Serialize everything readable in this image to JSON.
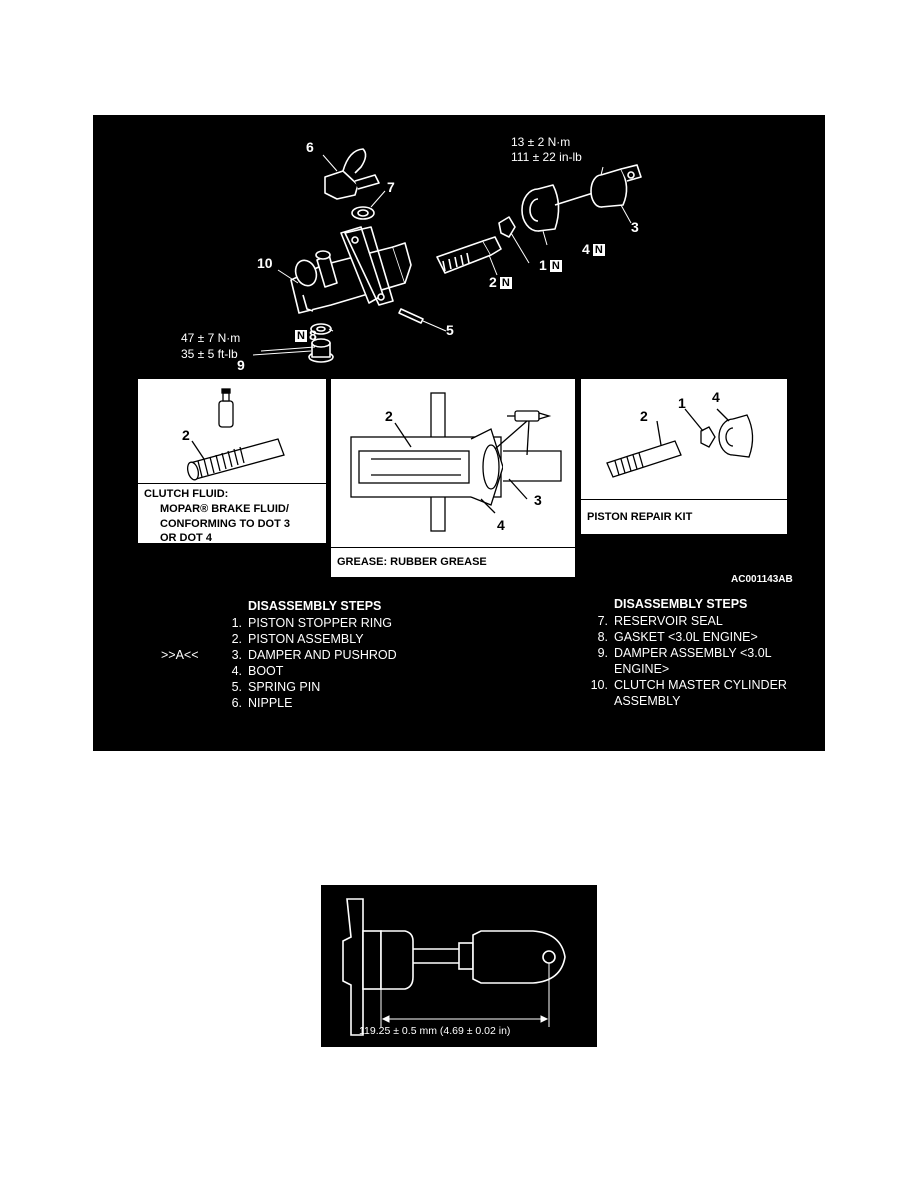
{
  "main_figure": {
    "torque_top_line1": "13 ± 2 N·m",
    "torque_top_line2": "111 ± 22 in-lb",
    "torque_bottom_line1": "47 ± 7 N·m",
    "torque_bottom_line2": "35 ± 5 ft-lb",
    "callouts": {
      "c1": "1",
      "c2": "2",
      "c3": "3",
      "c4": "4",
      "c5": "5",
      "c6": "6",
      "c7": "7",
      "c8": "8",
      "c9": "9",
      "c10": "10"
    },
    "n_mark": "N",
    "figure_code": "AC001143AB"
  },
  "insets": {
    "clutch_fluid": {
      "callout": "2",
      "caption_line1": "CLUTCH FLUID:",
      "caption_line2": "MOPAR® BRAKE FLUID/",
      "caption_line3": "CONFORMING TO DOT 3",
      "caption_line4": "OR DOT 4"
    },
    "grease": {
      "callout_2": "2",
      "callout_3": "3",
      "callout_4": "4",
      "caption": "GREASE: RUBBER GREASE"
    },
    "repair_kit": {
      "callout_1": "1",
      "callout_2": "2",
      "callout_4": "4",
      "caption": "PISTON REPAIR KIT"
    }
  },
  "steps_left": {
    "title": "DISASSEMBLY STEPS",
    "marker": ">>A<<",
    "items": [
      {
        "num": "1.",
        "text": "PISTON STOPPER RING"
      },
      {
        "num": "2.",
        "text": "PISTON ASSEMBLY"
      },
      {
        "num": "3.",
        "text": "DAMPER AND PUSHROD"
      },
      {
        "num": "4.",
        "text": "BOOT"
      },
      {
        "num": "5.",
        "text": "SPRING PIN"
      },
      {
        "num": "6.",
        "text": "NIPPLE"
      }
    ]
  },
  "steps_right": {
    "title": "DISASSEMBLY STEPS",
    "items": [
      {
        "num": "7.",
        "text": "RESERVOIR SEAL"
      },
      {
        "num": "8.",
        "text": "GASKET <3.0L ENGINE>"
      },
      {
        "num": "9.",
        "text": "DAMPER ASSEMBLY <3.0L"
      },
      {
        "num": "",
        "text": "ENGINE>"
      },
      {
        "num": "10.",
        "text": "CLUTCH MASTER CYLINDER"
      },
      {
        "num": "",
        "text": "ASSEMBLY"
      }
    ]
  },
  "bottom_photo": {
    "dimension": "119.25 ± 0.5 mm (4.69 ± 0.02 in)"
  }
}
